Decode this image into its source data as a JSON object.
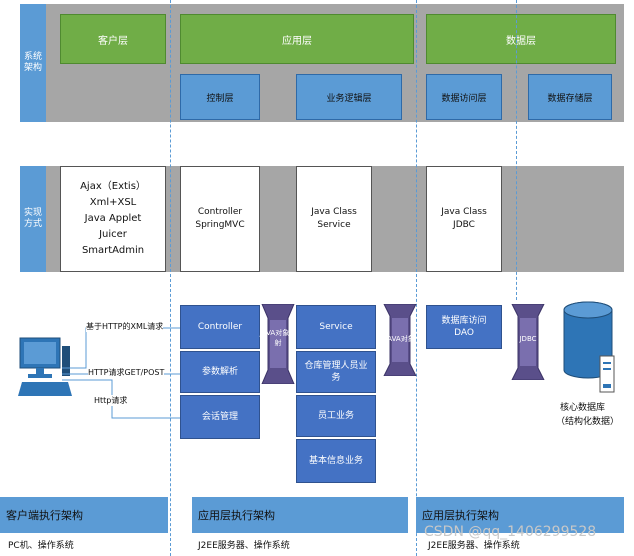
{
  "rows": {
    "architecture_label": "系统架构",
    "implementation_label": "实现方式"
  },
  "layers": {
    "client": "客户层",
    "application": "应用层",
    "data": "数据层"
  },
  "sublayers": {
    "control": "控制层",
    "business_logic": "业务逻辑层",
    "data_access": "数据访问层",
    "data_storage": "数据存储层"
  },
  "implementation": {
    "client_lines": [
      "Ajax（Extis）",
      "Xml+XSL",
      "Java Applet",
      "Juicer",
      "SmartAdmin"
    ],
    "controller_lines": [
      "Controller",
      "SpringMVC"
    ],
    "service_lines": [
      "Java Class",
      "Service"
    ],
    "jdbc_lines": [
      "Java Class",
      "JDBC"
    ]
  },
  "requests": {
    "xml": "基于HTTP的XML请求",
    "getpost": "HTTP请求GET/POST",
    "http": "Http请求"
  },
  "control_boxes": [
    "Controller",
    "参数解析",
    "会话管理"
  ],
  "service_boxes": [
    "Service",
    "仓库管理人员业务",
    "员工业务",
    "基本信息业务"
  ],
  "dao_box": "数据库访问DAO",
  "connectors": {
    "java_mapping": "JAVA对象映射",
    "java_object": "JAVA对象",
    "jdbc": "JDBC"
  },
  "database": {
    "line1": "核心数据库",
    "line2": "（结构化数据）"
  },
  "footers": [
    {
      "title": "客户端执行架构",
      "sub": "PC机、操作系统"
    },
    {
      "title": "应用层执行架构",
      "sub": "J2EE服务器、操作系统"
    },
    {
      "title": "应用层执行架构",
      "sub": "J2EE服务器、操作系统"
    }
  ],
  "watermark": "CSDN @qq_1406299528",
  "colors": {
    "band_gray": "#a6a6a6",
    "green": "#70ad47",
    "light_blue": "#5b9bd5",
    "dark_blue": "#4472c4",
    "connector_purple": "#5a4f8a"
  }
}
